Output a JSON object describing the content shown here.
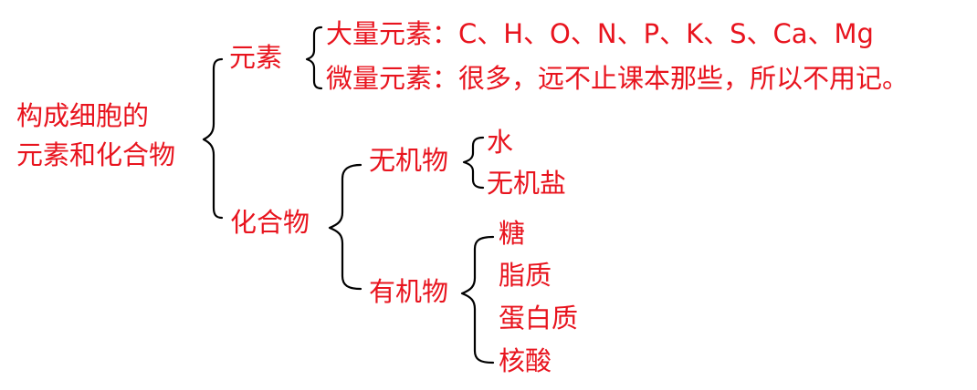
{
  "root": {
    "line1": "构成细胞的",
    "line2": "元素和化合物"
  },
  "elements": {
    "label": "元素",
    "macro": "大量元素：C、H、O、N、P、K、S、Ca、Mg",
    "micro": "微量元素：很多，远不止课本那些，所以不用记。"
  },
  "compounds": {
    "label": "化合物",
    "inorganic": {
      "label": "无机物",
      "items": [
        "水",
        "无机盐"
      ]
    },
    "organic": {
      "label": "有机物",
      "items": [
        "糖",
        "脂质",
        "蛋白质",
        "核酸"
      ]
    }
  }
}
